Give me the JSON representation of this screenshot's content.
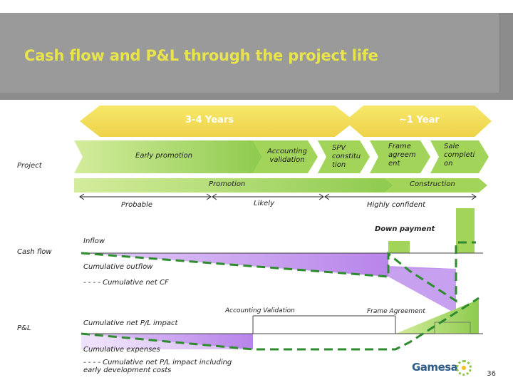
{
  "title": "Cash flow and P&L through the project life",
  "timeline": {
    "phase1": "3-4 Years",
    "phase2": "~1 Year"
  },
  "milestones": {
    "early_promotion": "Early promotion",
    "accounting_validation": "Accounting validation",
    "spv": "SPV constitu tion",
    "frame": "Frame agreem ent",
    "sale": "Sale completi on"
  },
  "stages": {
    "promotion": "Promotion",
    "construction": "Construction"
  },
  "certainty": {
    "probable": "Probable",
    "likely": "Likely",
    "highly_confident": "Highly confident"
  },
  "rows": {
    "project": "Project",
    "cash_flow": "Cash flow",
    "pl": "P&L"
  },
  "cash_flow": {
    "down_payment": "Down payment",
    "inflow": "Inflow",
    "cumulative_outflow": "Cumulative outflow",
    "cumulative_net_cf": "- - - - Cumulative net CF"
  },
  "pl": {
    "accounting_validation": "Accounting Validation",
    "frame_agreement": "Frame Agreement",
    "cumulative_net_pl": "Cumulative net P/L impact",
    "cumulative_expenses": "Cumulative expenses",
    "cumulative_net_pl_incl": "- - - - Cumulative net  P/L impact including early development costs"
  },
  "brand": "Gamesa",
  "page_number": "36",
  "colors": {
    "title": "#e8e44a",
    "arrow": "#f2e160",
    "green": "#a3d45a",
    "green_dark": "#7fbf3f",
    "purple": "#c8a0f0",
    "dashed": "#2e8b2e"
  }
}
